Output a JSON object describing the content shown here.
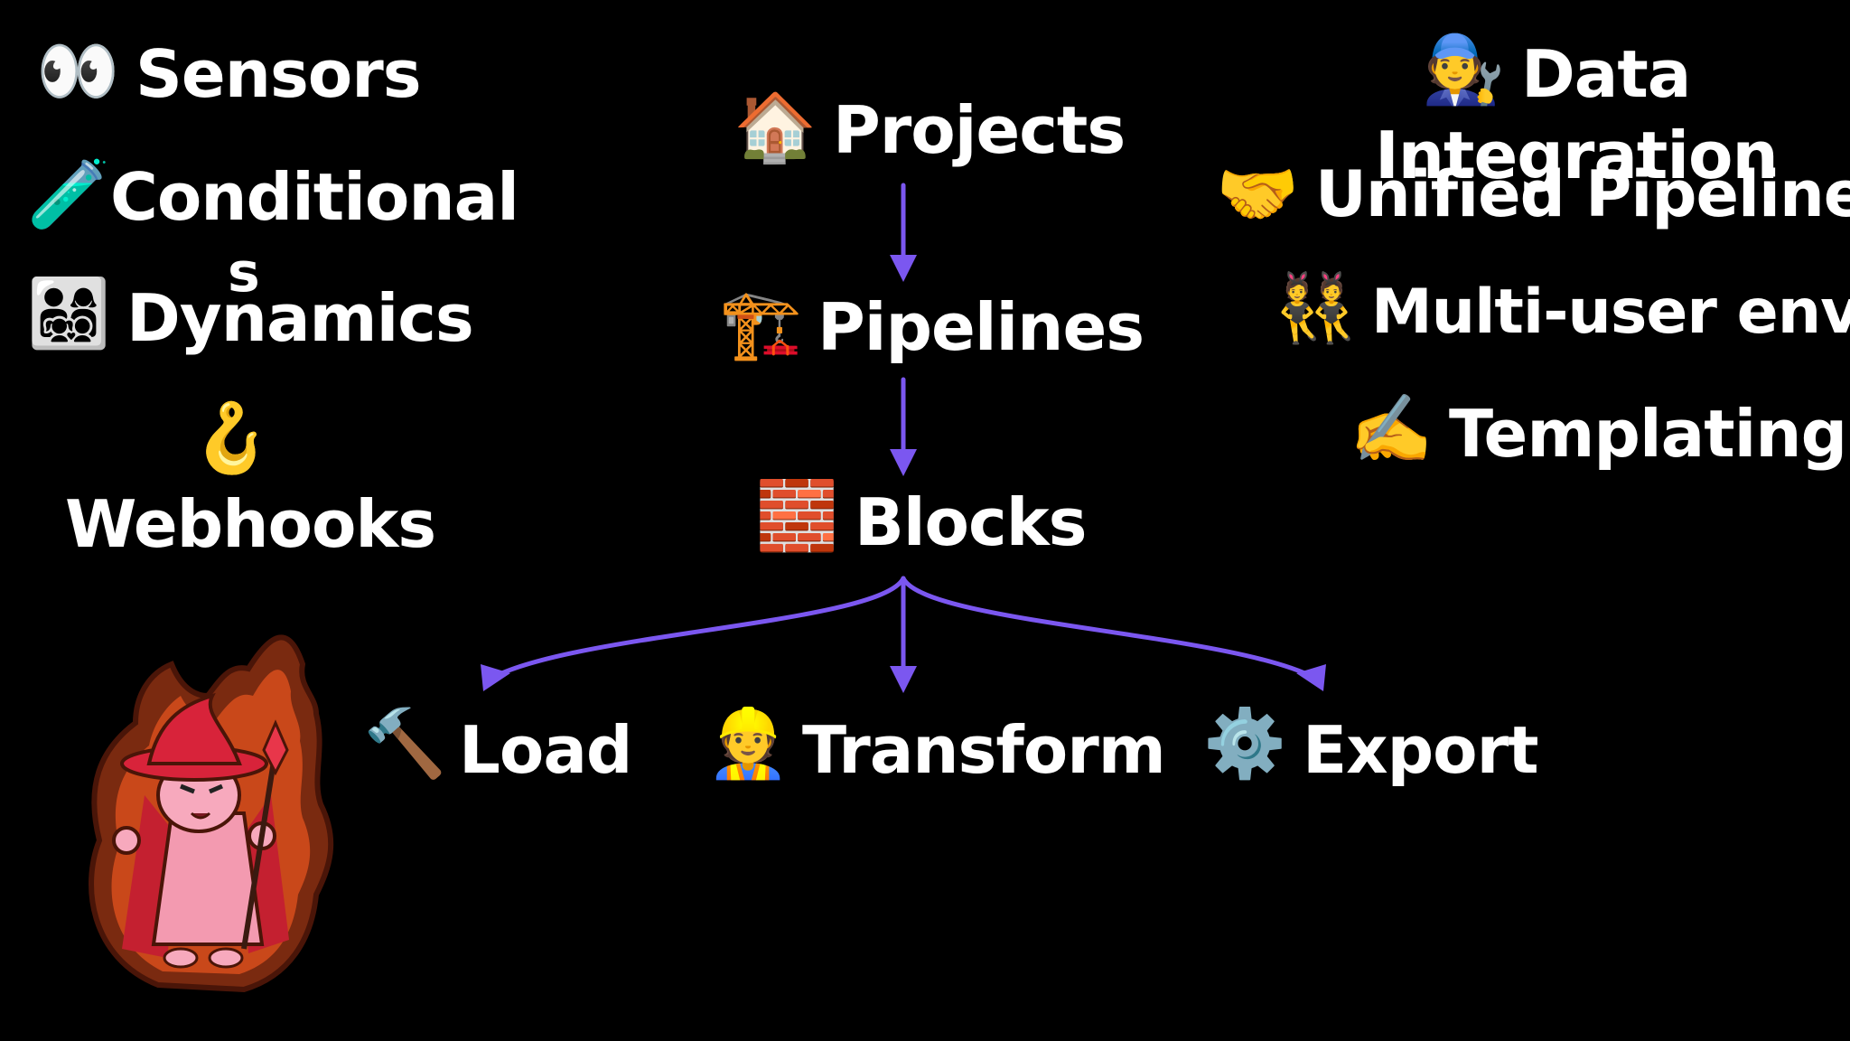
{
  "colors": {
    "background": "#000000",
    "text": "#ffffff",
    "arrow": "#7b57f0"
  },
  "left_features": {
    "sensors": {
      "icon": "eyes-icon",
      "glyph": "👀",
      "label": "Sensors"
    },
    "conditionals": {
      "icon": "test-tube-icon",
      "glyph": "🧪",
      "label": "Conditional",
      "label_wrap": "s"
    },
    "dynamics": {
      "icon": "family-icon",
      "glyph": "👨‍👩‍👧‍👦",
      "label": "Dynamics"
    },
    "webhooks": {
      "icon": "hook-icon",
      "glyph": "🪝",
      "label": "Webhooks"
    }
  },
  "hierarchy": {
    "projects": {
      "icon": "house-icon",
      "glyph": "🏠",
      "label": "Projects"
    },
    "pipelines": {
      "icon": "construction-crane-icon",
      "glyph": "🏗️",
      "label": "Pipelines"
    },
    "blocks": {
      "icon": "brick-icon",
      "glyph": "🧱",
      "label": "Blocks"
    },
    "load": {
      "icon": "hammer-icon",
      "glyph": "🔨",
      "label": "Load"
    },
    "transform": {
      "icon": "construction-worker-icon",
      "glyph": "👷",
      "label": "Transform"
    },
    "export": {
      "icon": "gear-icon",
      "glyph": "⚙️",
      "label": "Export"
    }
  },
  "right_features": {
    "data_integration": {
      "icon": "mechanic-icon",
      "glyph": "🧑‍🔧",
      "label_line1": "Data",
      "label_line2": "Integration"
    },
    "unified_pipelines": {
      "icon": "handshake-icon",
      "glyph": "🤝",
      "label": "Unified Pipelines"
    },
    "multi_user": {
      "icon": "people-with-bunny-ears-icon",
      "glyph": "👯",
      "label": "Multi-user envs"
    },
    "templating": {
      "icon": "writing-hand-icon",
      "glyph": "✍️",
      "label": "Templating"
    }
  },
  "mascot": {
    "icon": "fire-wizard-mascot-icon"
  }
}
